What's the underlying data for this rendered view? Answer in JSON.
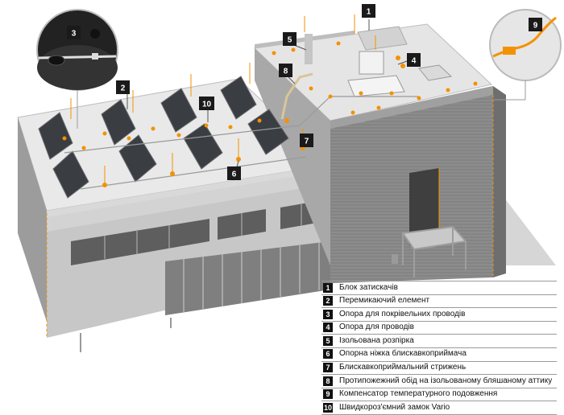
{
  "callouts": [
    {
      "number": "1"
    },
    {
      "number": "2"
    },
    {
      "number": "3"
    },
    {
      "number": "4"
    },
    {
      "number": "5"
    },
    {
      "number": "6"
    },
    {
      "number": "7"
    },
    {
      "number": "8"
    },
    {
      "number": "9"
    },
    {
      "number": "10"
    }
  ],
  "legend": [
    {
      "number": "1",
      "label": "Блок затискачів"
    },
    {
      "number": "2",
      "label": "Перемикаючий елемент"
    },
    {
      "number": "3",
      "label": "Опора для покрівельних проводів"
    },
    {
      "number": "4",
      "label": "Опора для проводів"
    },
    {
      "number": "5",
      "label": "Ізольована розпірка"
    },
    {
      "number": "6",
      "label": "Опорна ніжка блискавкоприймача"
    },
    {
      "number": "7",
      "label": "Блискавкоприймальний стрижень"
    },
    {
      "number": "8",
      "label": "Протипожежний обід на ізольованому бляшаному аттику"
    },
    {
      "number": "9",
      "label": "Компенсатор температурного подовження"
    },
    {
      "number": "10",
      "label": "Швидкороз'ємний замок Vario"
    }
  ],
  "colors": {
    "accent_orange": "#f39200",
    "callout_badge": "#1a1a1a",
    "facade_light": "#c9c9c9",
    "facade_dark": "#8a8a8a",
    "roof": "#ececec",
    "solar_panel": "#3a3d42"
  }
}
